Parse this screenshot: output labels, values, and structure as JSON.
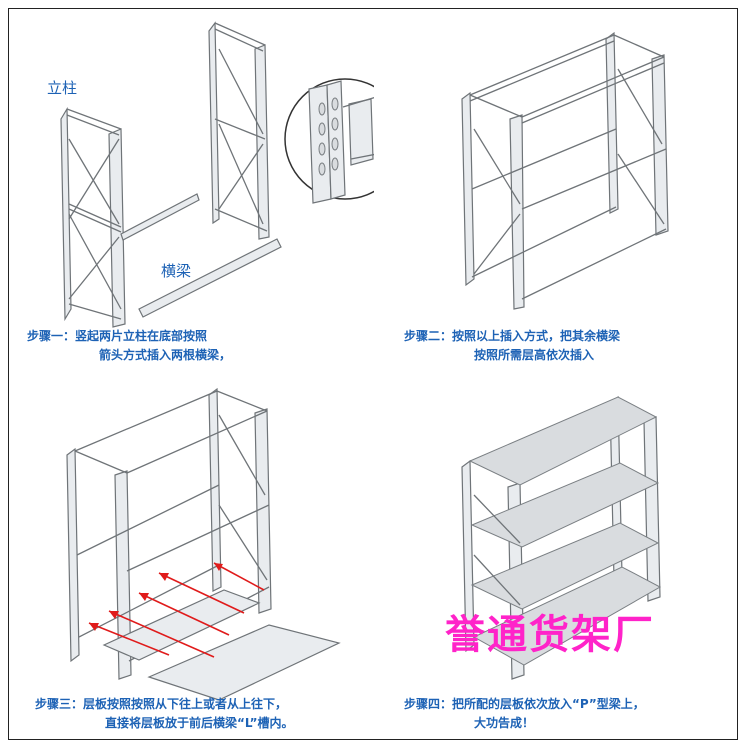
{
  "labels": {
    "upright": "立柱",
    "beam": "横梁"
  },
  "steps": [
    {
      "line1": "步骤一：竖起两片立柱在底部按照",
      "line2": "箭头方式插入两根横梁，"
    },
    {
      "line1": "步骤二：按照以上插入方式，把其余横梁",
      "line2": "按照所需层高依次插入"
    },
    {
      "line1": "步骤三：层板按照按照从下往上或者从上往下，",
      "line2": "直接将层板放于前后横梁“L”槽内。"
    },
    {
      "line1": "步骤四：把所配的层板依次放入“P”型梁上，",
      "line2": "大功告成！"
    }
  ],
  "brand": "誉通货架厂",
  "colors": {
    "text_blue": "#1d62b5",
    "brand_pink": "#ff23c9",
    "arrow_red": "#e01b1b"
  }
}
